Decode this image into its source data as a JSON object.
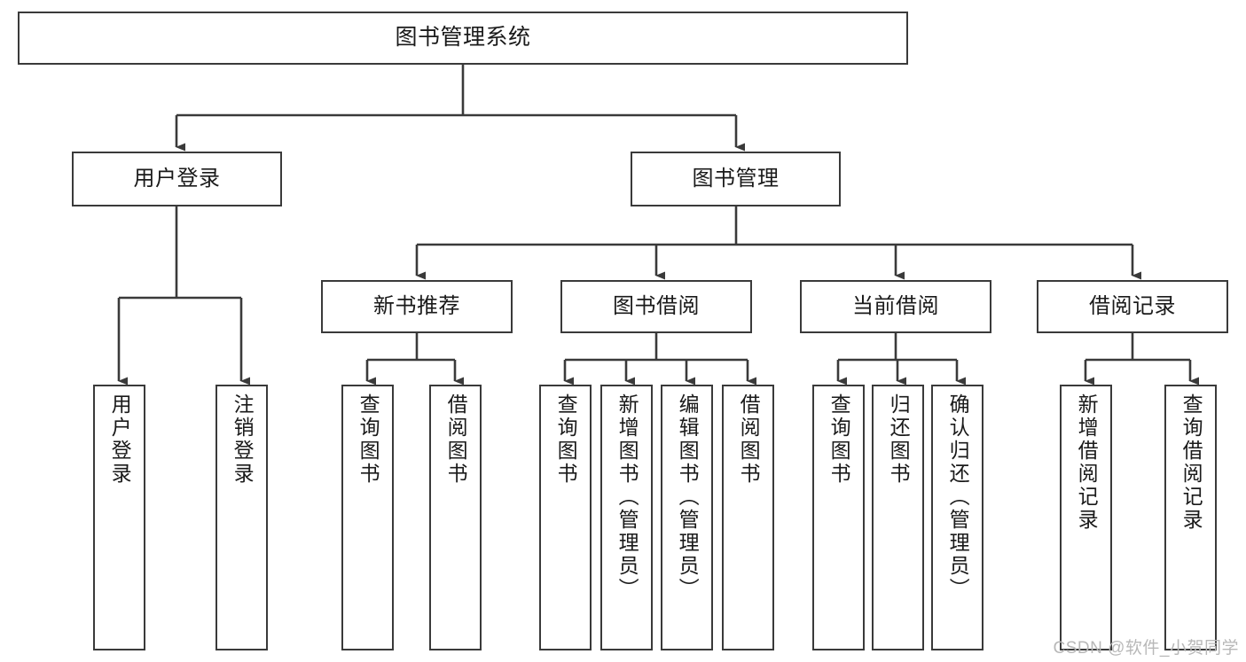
{
  "diagram": {
    "title": "图书管理系统",
    "type": "tree-hierarchy",
    "watermark": "CSDN @软件_小贺同学",
    "colors": {
      "node_border": "#3a3a3a",
      "node_fill": "#ffffff",
      "connector": "#3a3a3a",
      "background": "#ffffff",
      "watermark_text": "#b8b8b8"
    },
    "nodes": {
      "root": {
        "label": "图书管理系统"
      },
      "level2": [
        {
          "label": "用户登录"
        },
        {
          "label": "图书管理"
        }
      ],
      "level3": [
        {
          "label": "新书推荐"
        },
        {
          "label": "图书借阅"
        },
        {
          "label": "当前借阅"
        },
        {
          "label": "借阅记录"
        }
      ],
      "leaves": {
        "user_login": [
          {
            "label": "用户登录"
          },
          {
            "label": "注销登录"
          }
        ],
        "new_book_recommend": [
          {
            "label": "查询图书"
          },
          {
            "label": "借阅图书"
          }
        ],
        "book_borrow": [
          {
            "label": "查询图书"
          },
          {
            "label": "新增图书（管理员）"
          },
          {
            "label": "编辑图书（管理员）"
          },
          {
            "label": "借阅图书"
          }
        ],
        "current_borrow": [
          {
            "label": "查询图书"
          },
          {
            "label": "归还图书"
          },
          {
            "label": "确认归还（管理员）"
          }
        ],
        "borrow_record": [
          {
            "label": "新增借阅记录"
          },
          {
            "label": "查询借阅记录"
          }
        ]
      }
    },
    "edges": [
      {
        "from": "图书管理系统",
        "to": "用户登录"
      },
      {
        "from": "图书管理系统",
        "to": "图书管理"
      },
      {
        "from": "图书管理",
        "to": "新书推荐"
      },
      {
        "from": "图书管理",
        "to": "图书借阅"
      },
      {
        "from": "图书管理",
        "to": "当前借阅"
      },
      {
        "from": "图书管理",
        "to": "借阅记录"
      },
      {
        "from": "用户登录",
        "to": "用户登录"
      },
      {
        "from": "用户登录",
        "to": "注销登录"
      },
      {
        "from": "新书推荐",
        "to": "查询图书"
      },
      {
        "from": "新书推荐",
        "to": "借阅图书"
      },
      {
        "from": "图书借阅",
        "to": "查询图书"
      },
      {
        "from": "图书借阅",
        "to": "新增图书（管理员）"
      },
      {
        "from": "图书借阅",
        "to": "编辑图书（管理员）"
      },
      {
        "from": "图书借阅",
        "to": "借阅图书"
      },
      {
        "from": "当前借阅",
        "to": "查询图书"
      },
      {
        "from": "当前借阅",
        "to": "归还图书"
      },
      {
        "from": "当前借阅",
        "to": "确认归还（管理员）"
      },
      {
        "from": "借阅记录",
        "to": "新增借阅记录"
      },
      {
        "from": "借阅记录",
        "to": "查询借阅记录"
      }
    ]
  }
}
